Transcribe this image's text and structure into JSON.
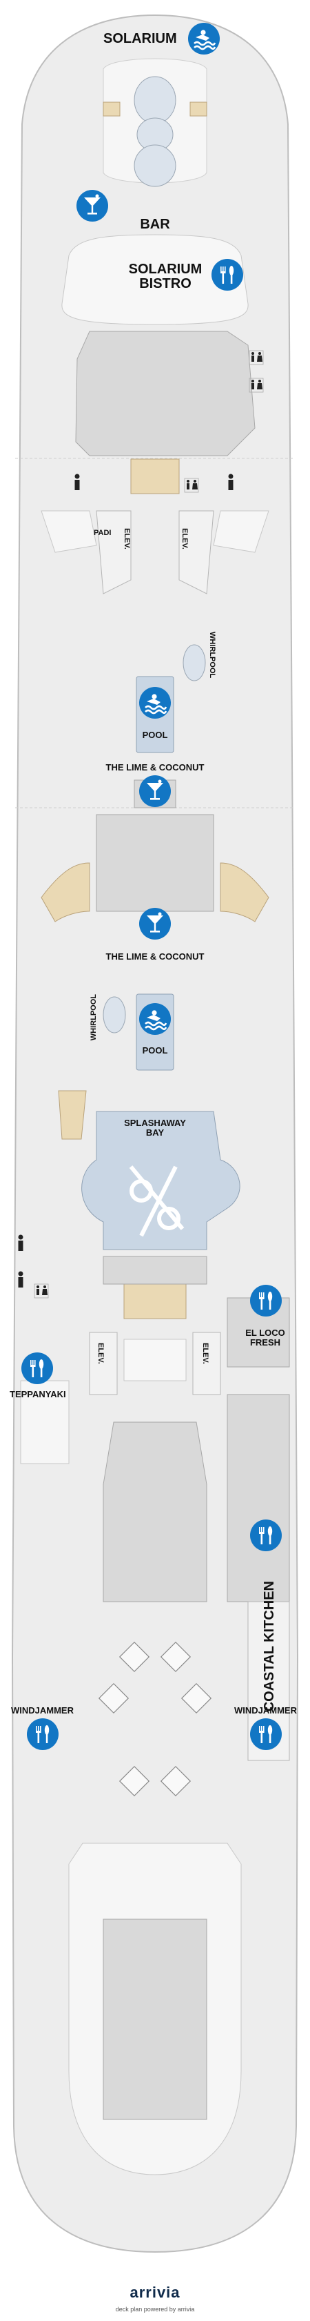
{
  "labels": {
    "solarium": "SOLARIUM",
    "bar": "BAR",
    "solarium_bistro": "SOLARIUM\nBISTRO",
    "padi": "PADI",
    "elev": "ELEV.",
    "whirlpool": "WHIRLPOOL",
    "pool": "POOL",
    "lime_coconut": "THE LIME & COCONUT",
    "splashaway_bay": "SPLASHAWAY\nBAY",
    "el_loco_fresh": "EL LOCO\nFRESH",
    "teppanyaki": "TEPPANYAKI",
    "coastal_kitchen": "COASTAL KITCHEN",
    "windjammer": "WINDJAMMER"
  },
  "footer": {
    "brand": "arrivia",
    "powered": "deck plan powered by arrivia"
  },
  "icons": {
    "solarium": "swimmer-icon",
    "bar": "cocktail-icon",
    "bistro": "fork-knife-icon",
    "pool": "swimmer-icon",
    "restroom": "restroom-icon"
  },
  "colors": {
    "hull": "#e8e8e8",
    "structure": "#d9d9d9",
    "outline": "#9a9a9a",
    "pool": "#c9d6e4",
    "deck_chairs": "#ead9b4",
    "icon_blue": "#1276c4"
  }
}
